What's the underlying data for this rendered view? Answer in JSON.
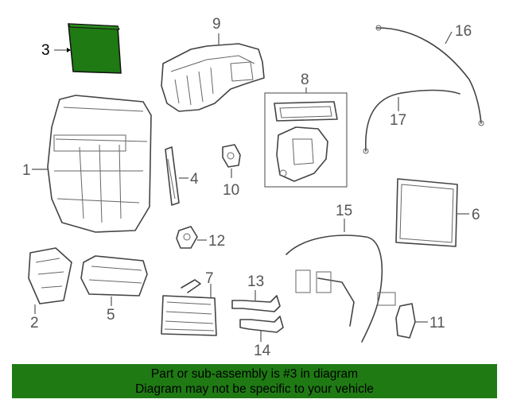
{
  "diagram": {
    "callouts": [
      {
        "id": "c1",
        "label": "1"
      },
      {
        "id": "c2",
        "label": "2"
      },
      {
        "id": "c3",
        "label": "3"
      },
      {
        "id": "c4",
        "label": "4"
      },
      {
        "id": "c5",
        "label": "5"
      },
      {
        "id": "c6",
        "label": "6"
      },
      {
        "id": "c7",
        "label": "7"
      },
      {
        "id": "c8",
        "label": "8"
      },
      {
        "id": "c9",
        "label": "9"
      },
      {
        "id": "c10",
        "label": "10"
      },
      {
        "id": "c11",
        "label": "11"
      },
      {
        "id": "c12",
        "label": "12"
      },
      {
        "id": "c13",
        "label": "13"
      },
      {
        "id": "c14",
        "label": "14"
      },
      {
        "id": "c15",
        "label": "15"
      },
      {
        "id": "c16",
        "label": "16"
      },
      {
        "id": "c17",
        "label": "17"
      }
    ],
    "highlight_part": "3",
    "highlight_color": "#1f7a14"
  },
  "banner": {
    "line1": "Part or sub-assembly is #3 in diagram",
    "line2": "Diagram may not be specific to your vehicle",
    "color": "#1f7a14"
  }
}
